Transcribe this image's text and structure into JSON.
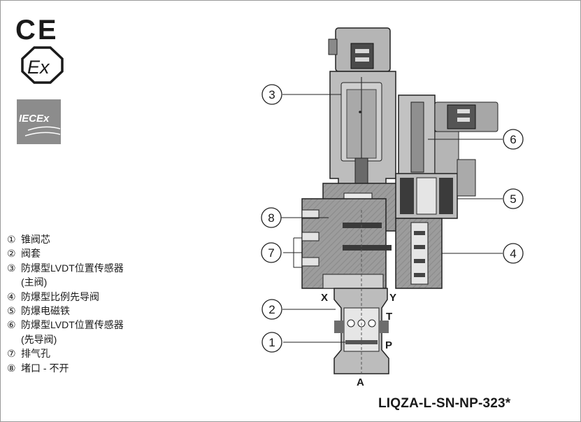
{
  "certifications": {
    "ce_mark": "CE",
    "atex_mark": "Ex",
    "iecex_mark": "IECEx"
  },
  "legend": [
    {
      "num": "①",
      "label": "锥阀芯"
    },
    {
      "num": "②",
      "label": "阀套"
    },
    {
      "num": "③",
      "label": "防爆型LVDT位置传感器",
      "cont": "(主阀)"
    },
    {
      "num": "④",
      "label": "防爆型比例先导阀"
    },
    {
      "num": "⑤",
      "label": "防爆电磁铁"
    },
    {
      "num": "⑥",
      "label": "防爆型LVDT位置传感器",
      "cont": "(先导阀)"
    },
    {
      "num": "⑦",
      "label": "排气孔"
    },
    {
      "num": "⑧",
      "label": "堵口 - 不开"
    }
  ],
  "callouts": {
    "c1": "1",
    "c2": "2",
    "c3": "3",
    "c4": "4",
    "c5": "5",
    "c6": "6",
    "c7": "7",
    "c8": "8"
  },
  "ports": {
    "x": "X",
    "y": "Y",
    "t": "T",
    "p": "P",
    "a": "A"
  },
  "model_code": "LIQZA-L-SN-NP-323*"
}
